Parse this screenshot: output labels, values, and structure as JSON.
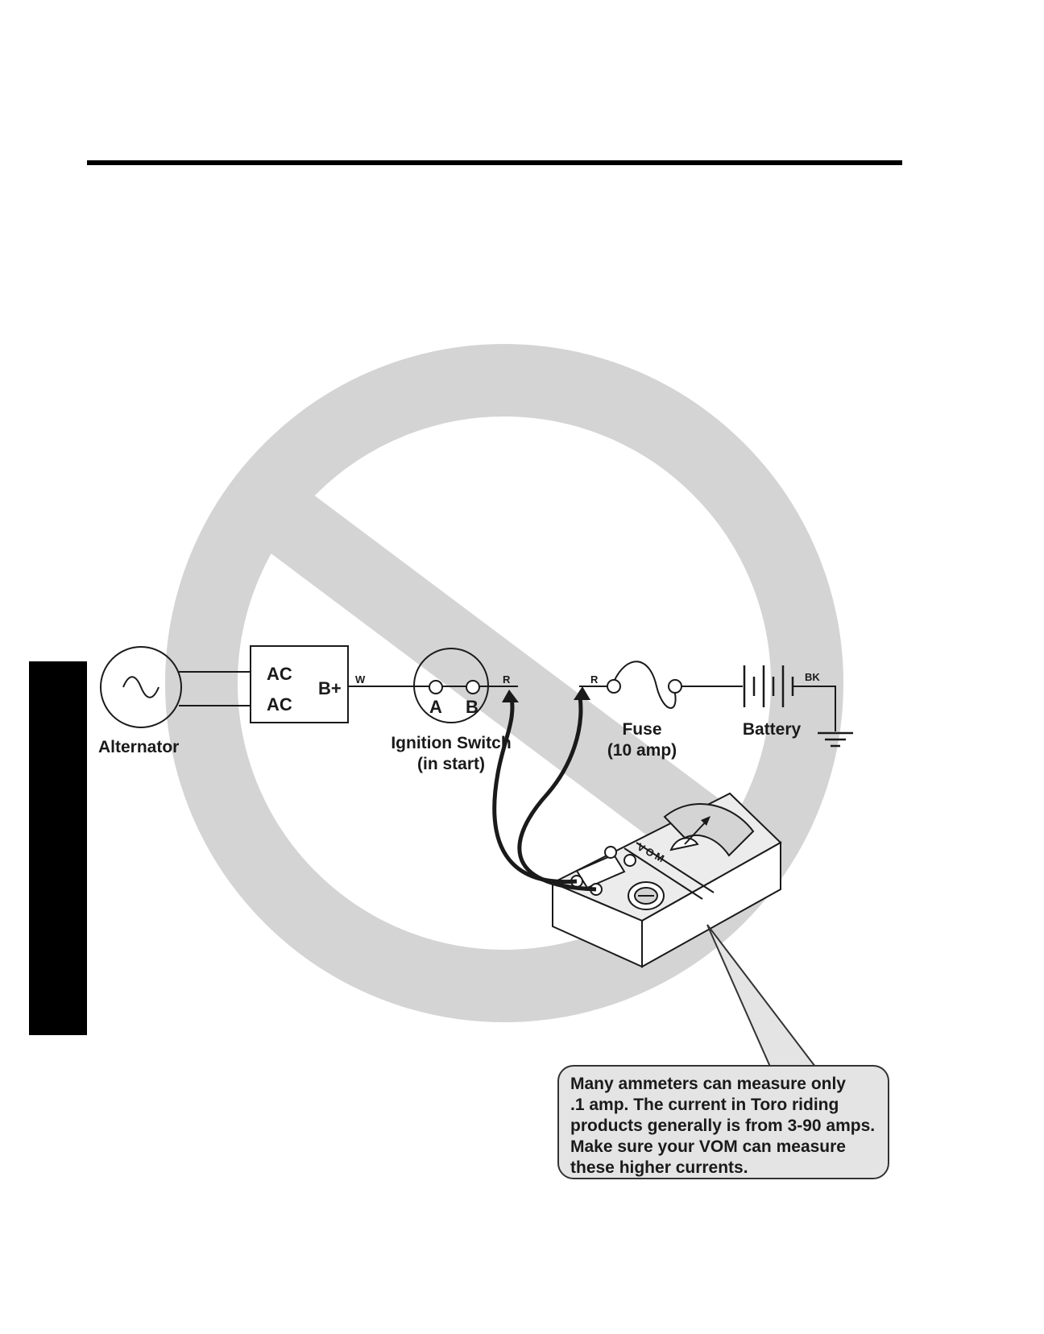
{
  "diagram": {
    "alternator": {
      "label": "Alternator"
    },
    "rectifier": {
      "ac_top": "AC",
      "ac_bottom": "AC",
      "b_plus": "B+"
    },
    "wires": {
      "w": "W",
      "r_switch": "R",
      "r_fuse": "R",
      "bk": "BK"
    },
    "ignition_switch": {
      "terminal_a": "A",
      "terminal_b": "B",
      "label_line1": "Ignition Switch",
      "label_line2": "(in start)"
    },
    "fuse": {
      "label_line1": "Fuse",
      "label_line2": "(10 amp)"
    },
    "battery": {
      "label": "Battery"
    },
    "meter": {
      "label": "VOM"
    }
  },
  "callout": {
    "lines": [
      "Many ammeters can measure only",
      ".1 amp. The current in Toro riding",
      "products generally is from 3-90 amps.",
      "Make sure your VOM can measure",
      "these higher currents."
    ]
  },
  "colors": {
    "prohibition": "#d4d4d4",
    "ink": "#1a1a1a",
    "callout_fill": "#e4e4e4"
  }
}
